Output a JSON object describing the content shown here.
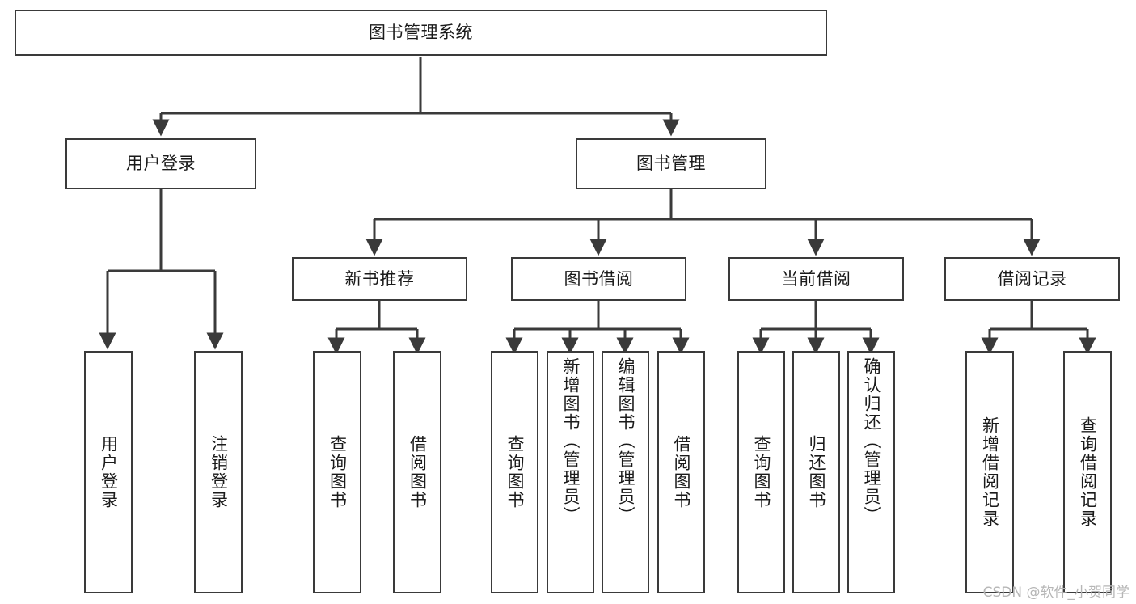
{
  "diagram": {
    "type": "tree-hierarchy-chart",
    "title": "图书管理系统",
    "watermark": "CSDN @软件_小贺同学",
    "colors": {
      "stroke": "#3a3a3a",
      "background": "#ffffff",
      "text": "#1a1a1a",
      "watermark": "#b6b6b6"
    },
    "nodes": {
      "root": {
        "label": "图书管理系统",
        "orientation": "horizontal"
      },
      "level2": [
        {
          "label": "用户登录",
          "orientation": "horizontal"
        },
        {
          "label": "图书管理",
          "orientation": "horizontal"
        }
      ],
      "level3": [
        {
          "label": "新书推荐",
          "orientation": "horizontal"
        },
        {
          "label": "图书借阅",
          "orientation": "horizontal"
        },
        {
          "label": "当前借阅",
          "orientation": "horizontal"
        },
        {
          "label": "借阅记录",
          "orientation": "horizontal"
        }
      ],
      "leaves_user_login": [
        {
          "label": "用户登录",
          "orientation": "vertical"
        },
        {
          "label": "注销登录",
          "orientation": "vertical"
        }
      ],
      "leaves_new_books": [
        {
          "label": "查询图书",
          "orientation": "vertical"
        },
        {
          "label": "借阅图书",
          "orientation": "vertical"
        }
      ],
      "leaves_borrow_books": [
        {
          "label": "查询图书",
          "orientation": "vertical"
        },
        {
          "label": "新增图书（管理员）",
          "orientation": "vertical"
        },
        {
          "label": "编辑图书（管理员）",
          "orientation": "vertical"
        },
        {
          "label": "借阅图书",
          "orientation": "vertical"
        }
      ],
      "leaves_current_borrow": [
        {
          "label": "查询图书",
          "orientation": "vertical"
        },
        {
          "label": "归还图书",
          "orientation": "vertical"
        },
        {
          "label": "确认归还（管理员）",
          "orientation": "vertical"
        }
      ],
      "leaves_borrow_records": [
        {
          "label": "新增借阅记录",
          "orientation": "vertical"
        },
        {
          "label": "查询借阅记录",
          "orientation": "vertical"
        }
      ]
    }
  }
}
